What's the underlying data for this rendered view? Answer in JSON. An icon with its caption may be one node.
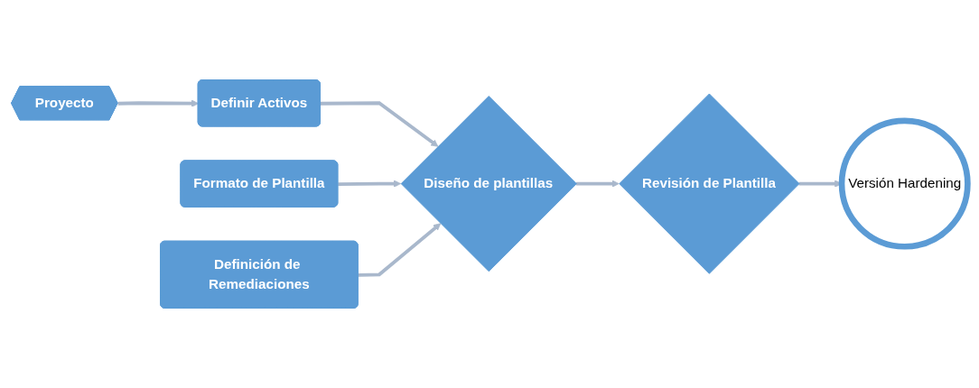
{
  "diagram": {
    "nodes": [
      {
        "text": [
          "Proyecto"
        ]
      },
      {
        "text": [
          "Definir Activos"
        ]
      },
      {
        "text": [
          "Formato de Plantilla"
        ]
      },
      {
        "text": [
          "Diseño de plantillas"
        ]
      },
      {
        "text": [
          "Definición de Remediaciones"
        ]
      },
      {
        "text": [
          "Revisión de Plantilla"
        ]
      },
      {
        "text": [
          "Versión Hardening"
        ]
      }
    ],
    "edges": [
      {
        "from": 0,
        "to": 1,
        "arrow": "to"
      },
      {
        "from": 1,
        "to": 3,
        "arrow": "to"
      },
      {
        "from": 2,
        "to": 3,
        "arrow": "to"
      },
      {
        "from": 4,
        "to": 3,
        "arrow": "to"
      },
      {
        "from": 3,
        "to": 5,
        "arrow": "to"
      },
      {
        "from": 5,
        "to": 6,
        "arrow": "to"
      }
    ]
  }
}
